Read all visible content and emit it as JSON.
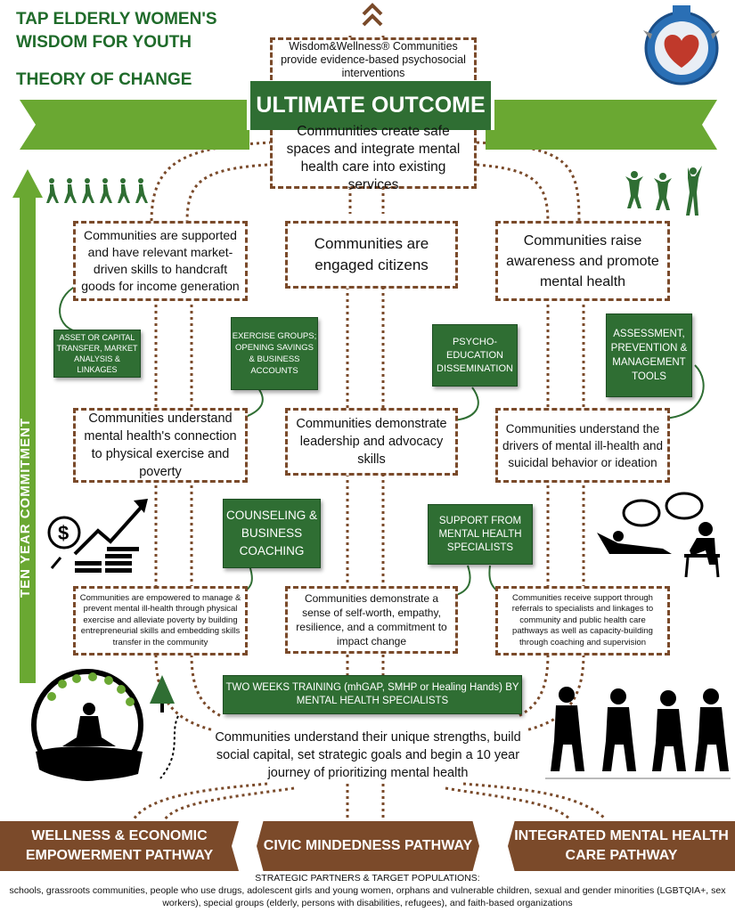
{
  "header": {
    "title_line1": "TAP ELDERLY WOMEN'S",
    "title_line2": "WISDOM FOR YOUTH",
    "subtitle": "THEORY OF CHANGE"
  },
  "top_box": "Wisdom&Wellness® Communities provide evidence-based psychosocial interventions",
  "ultimate_outcome": "ULTIMATE OUTCOME",
  "outcome_text": "Communities create safe spaces and integrate mental health care into existing services",
  "side_label": "TEN YEAR COMMITMENT",
  "row1": {
    "left": "Communities are supported and have relevant market-driven skills to handcraft goods for income generation",
    "mid": "Communities are engaged citizens",
    "right": "Communities raise awareness and promote mental health"
  },
  "interventions_row1": {
    "asset": "ASSET OR CAPITAL TRANSFER, MARKET ANALYSIS & LINKAGES",
    "exercise": "EXERCISE GROUPS; OPENING SAVINGS & BUSINESS ACCOUNTS",
    "psycho": "PSYCHO-EDUCATION DISSEMINATION",
    "assessment": "ASSESSMENT, PREVENTION & MANAGEMENT TOOLS"
  },
  "row2": {
    "left": "Communities understand mental health's connection to physical exercise and poverty",
    "mid": "Communities demonstrate leadership and advocacy skills",
    "right": "Communities understand the drivers of mental ill-health and suicidal behavior or ideation"
  },
  "interventions_row2": {
    "counseling": "COUNSELING & BUSINESS COACHING",
    "support": "SUPPORT FROM MENTAL HEALTH SPECIALISTS"
  },
  "row3": {
    "left": "Communities are empowered to manage & prevent mental ill-health through physical exercise and alleviate poverty by building entrepreneurial skills and embedding skills transfer in the community",
    "mid": "Communities demonstrate a sense of self-worth, empathy, resilience, and a commitment to impact change",
    "right": "Communities receive support through referrals to specialists and linkages to community and public health care pathways as well as capacity-building through coaching and supervision"
  },
  "training": "TWO WEEKS TRAINING (mhGAP, SMHP or Healing Hands) BY MENTAL HEALTH SPECIALISTS",
  "base_text": "Communities understand their unique strengths, build social capital, set strategic goals and begin a 10 year journey of prioritizing mental health",
  "pathways": {
    "left": "WELLNESS & ECONOMIC EMPOWERMENT PATHWAY",
    "mid": "CIVIC MINDEDNESS PATHWAY",
    "right": "INTEGRATED MENTAL HEALTH CARE PATHWAY"
  },
  "footer": {
    "heading": "STRATEGIC PARTNERS & TARGET POPULATIONS:",
    "body": "schools, grassroots communities, people who use drugs, adolescent girls and young women, orphans and vulnerable children, sexual and gender minorities (LGBTQIA+, sex workers), special groups (elderly, persons with disabilities, refugees), and faith-based organizations"
  },
  "colors": {
    "green_dark": "#2f6e33",
    "green_light": "#6aa832",
    "brown": "#7b4a2a"
  }
}
